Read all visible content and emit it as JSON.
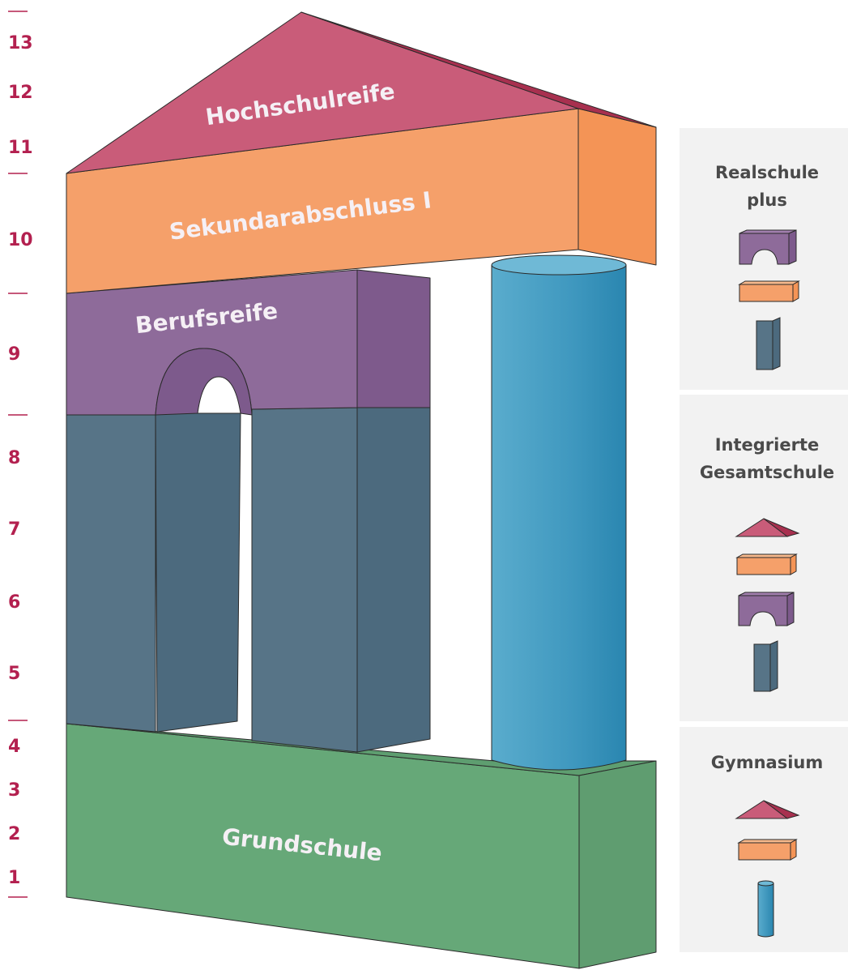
{
  "colors": {
    "grade_accent": "#b3204f",
    "roof": "#c95c79",
    "orange": "#f5a06a",
    "purple": "#8e6b9a",
    "slate": "#577487",
    "blue": "#4aa0c2",
    "green": "#66a878",
    "legend_bg": "#f2f2f2"
  },
  "grades": [
    {
      "label": "13",
      "icon": "grade-13"
    },
    {
      "label": "12",
      "icon": "grade-12"
    },
    {
      "label": "11",
      "icon": "grade-11"
    },
    {
      "label": "10",
      "icon": "grade-10"
    },
    {
      "label": "9",
      "icon": "grade-9"
    },
    {
      "label": "8",
      "icon": "grade-8"
    },
    {
      "label": "7",
      "icon": "grade-7"
    },
    {
      "label": "6",
      "icon": "grade-6"
    },
    {
      "label": "5",
      "icon": "grade-5"
    },
    {
      "label": "4",
      "icon": "grade-4"
    },
    {
      "label": "3",
      "icon": "grade-3"
    },
    {
      "label": "2",
      "icon": "grade-2"
    },
    {
      "label": "1",
      "icon": "grade-1"
    }
  ],
  "blocks": {
    "roof": "Hochschulreife",
    "orange": "Sekundarabschluss I",
    "purple": "Berufsreife",
    "green": "Grundschule"
  },
  "legend": {
    "realschule_line1": "Realschule",
    "realschule_line2": "plus",
    "igs_line1": "Integrierte",
    "igs_line2": "Gesamtschule",
    "gymnasium": "Gymnasium"
  }
}
